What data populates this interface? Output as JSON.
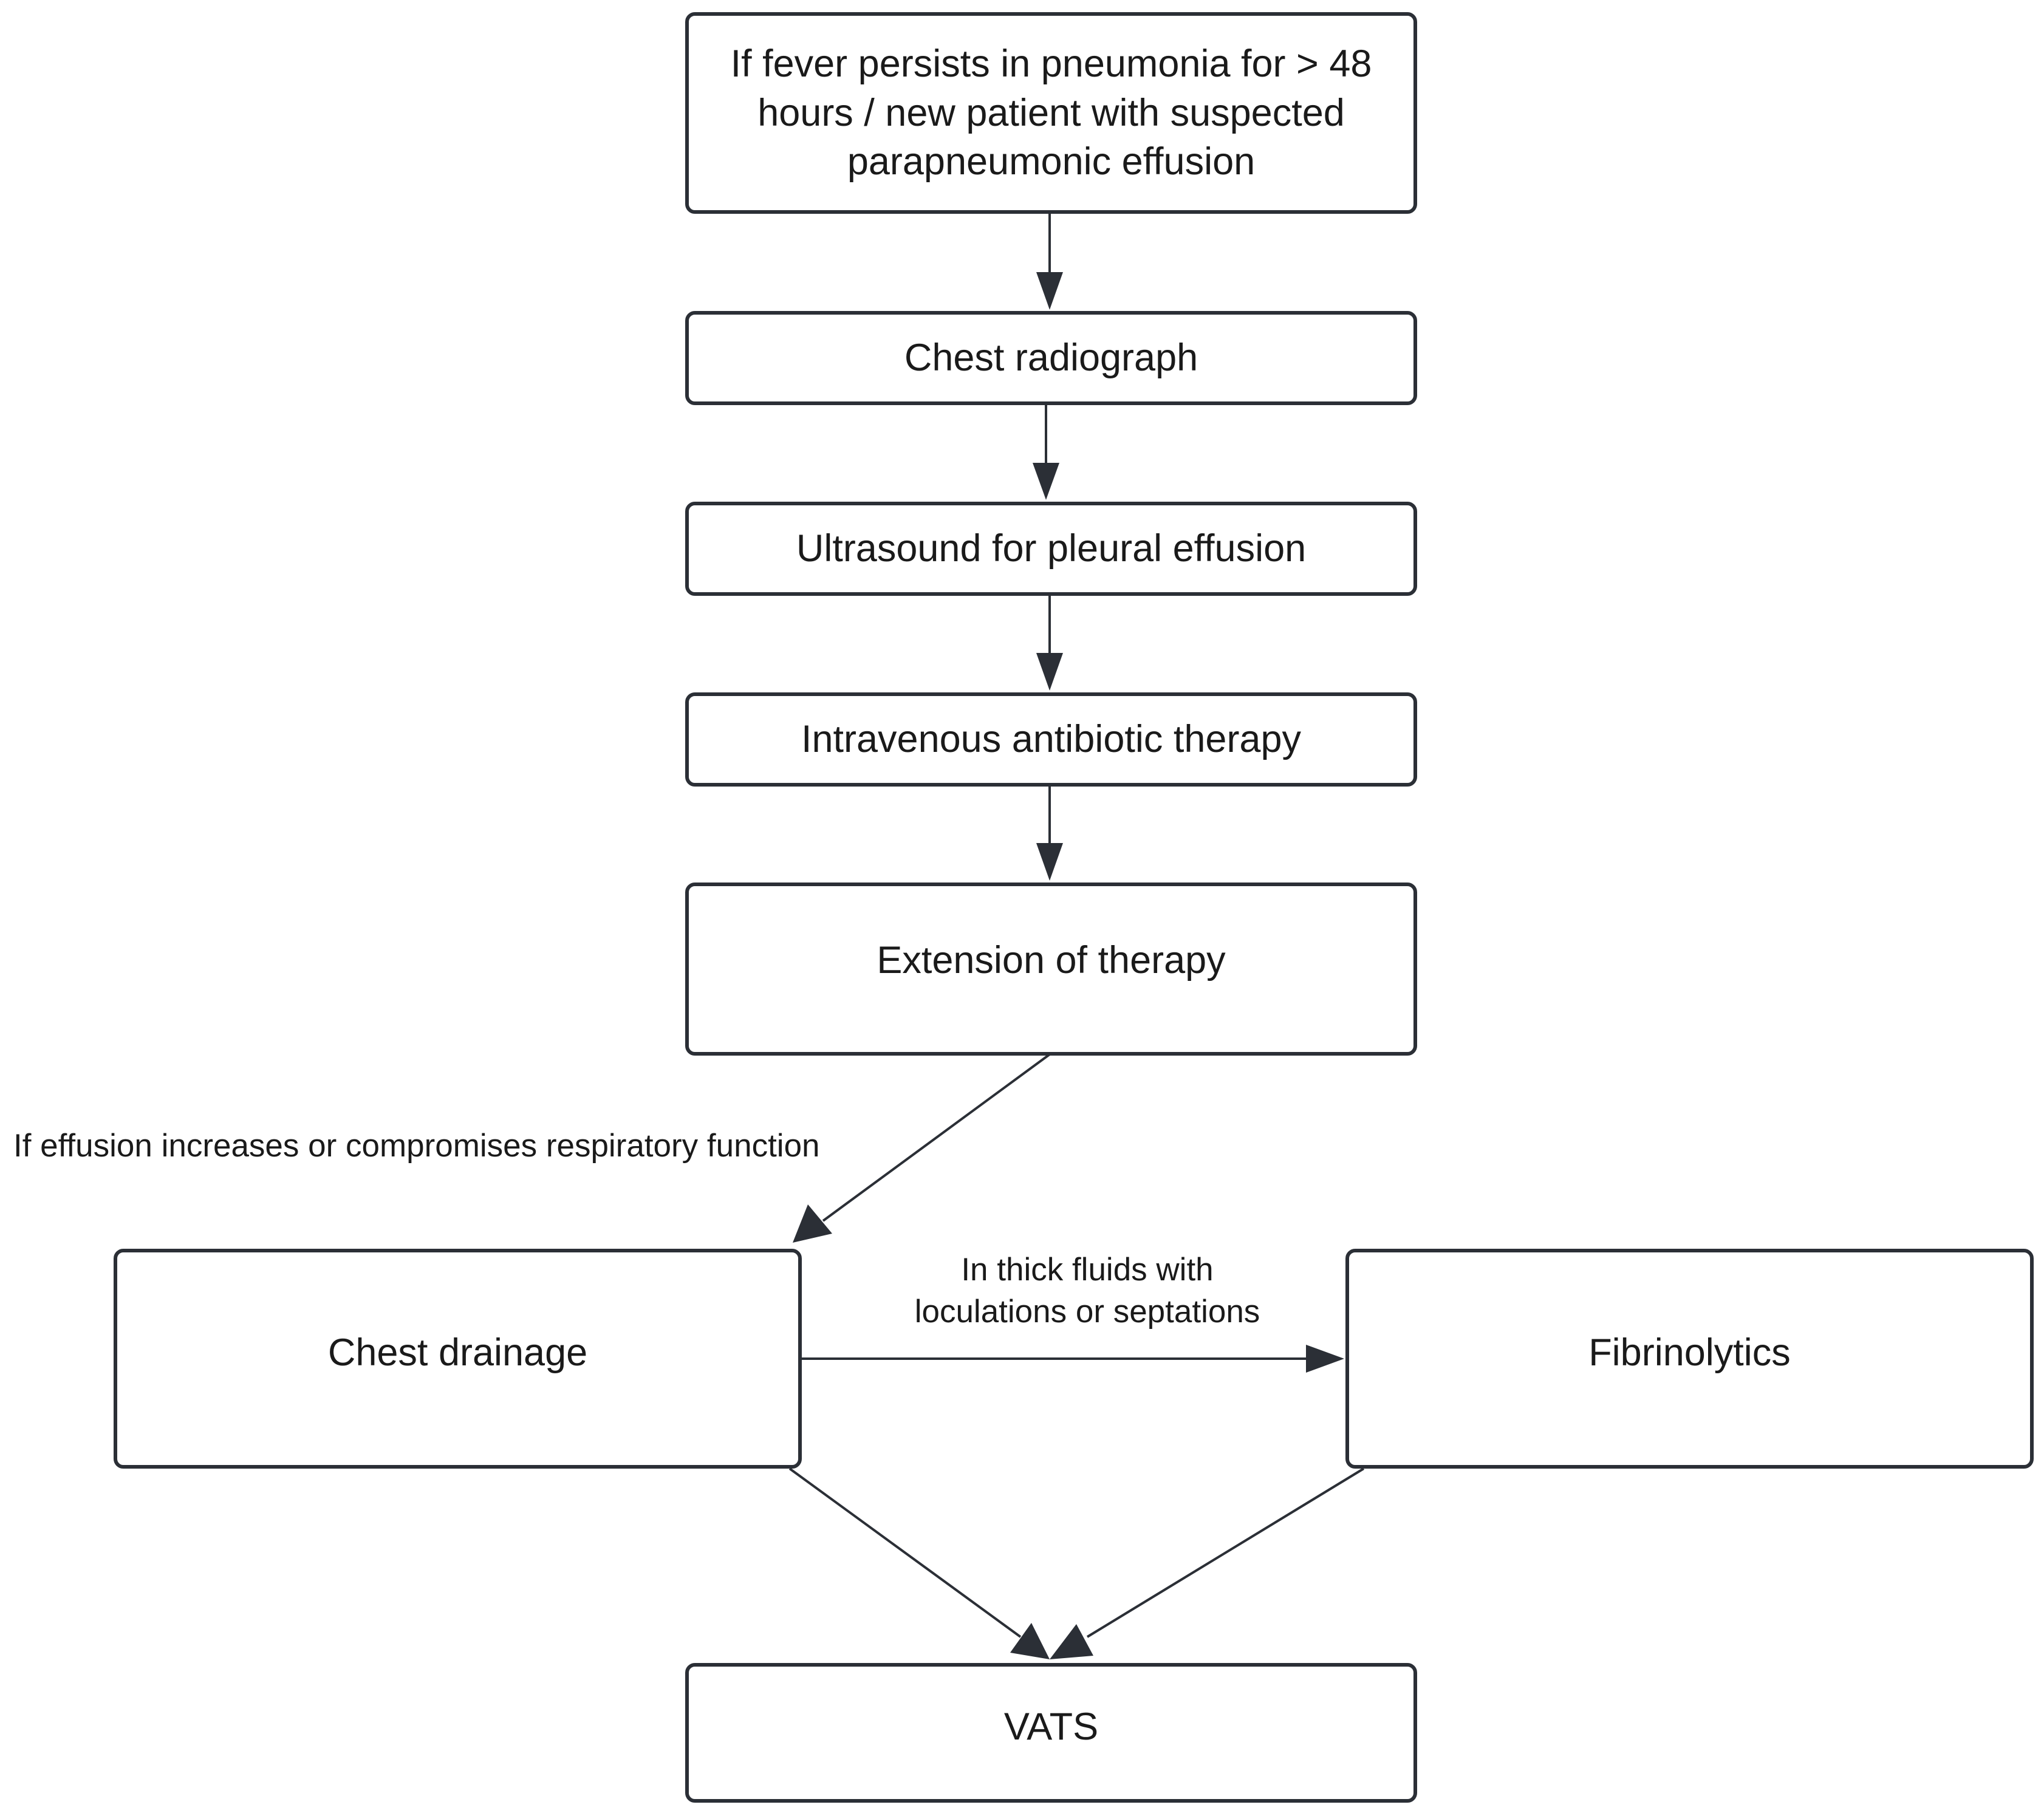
{
  "diagram": {
    "nodes": {
      "start": "If fever persists in pneumonia for > 48 hours / new patient with suspected parapneumonic effusion",
      "radiograph": "Chest radiograph",
      "ultrasound": "Ultrasound for pleural effusion",
      "antibiotic": "Intravenous antibiotic therapy",
      "extension": "Extension of therapy",
      "drainage": "Chest drainage",
      "fibrinolytics": "Fibrinolytics",
      "vats": "VATS"
    },
    "edge_labels": {
      "effusion_condition": "If effusion increases or compromises respiratory function",
      "thick_fluids_line1": "In thick fluids with",
      "thick_fluids_line2": "loculations or septations"
    },
    "colors": {
      "stroke": "#2b2f36",
      "text": "#1a1a1a",
      "background": "#ffffff"
    }
  }
}
